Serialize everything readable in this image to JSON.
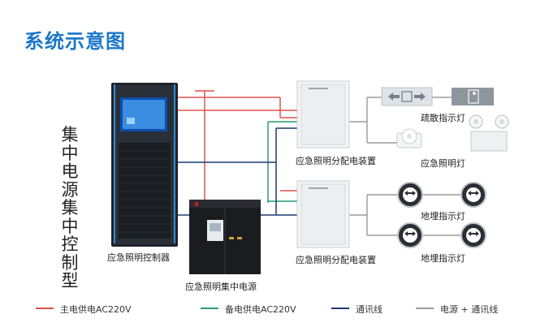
{
  "title": "系统示意图",
  "vertical_title": [
    "集",
    "中",
    "电",
    "源",
    "集",
    "中",
    "控",
    "制",
    "型"
  ],
  "labels": {
    "controller": "应急照明控制器",
    "power_supply": "应急照明集中电源",
    "dist_top": "应急照明分配电装置",
    "dist_bottom": "应急照明分配电装置",
    "evac_sign": "疏散指示灯",
    "emergency_light": "应急照明灯",
    "floor_indicator_1": "地埋指示灯",
    "floor_indicator_2": "地埋指示灯"
  },
  "legend": [
    {
      "label": "主电供电AC220V",
      "color": "#e05050"
    },
    {
      "label": "备电供电AC220V",
      "color": "#2a9a70"
    },
    {
      "label": "通讯线",
      "color": "#1c3a6e"
    },
    {
      "label": "电源 + 通讯线",
      "color": "#9a9a9a"
    }
  ],
  "colors": {
    "title": "#1976c8",
    "main_power": "#e05050",
    "backup_power": "#2a9a70",
    "comm": "#1c3a6e",
    "power_comm": "#9a9a9a"
  },
  "icons": [
    "exit-sign-icon",
    "exit-running-man-icon",
    "emergency-twin-lamp-icon",
    "round-lamp-icon",
    "bidirectional-arrow-icon"
  ]
}
